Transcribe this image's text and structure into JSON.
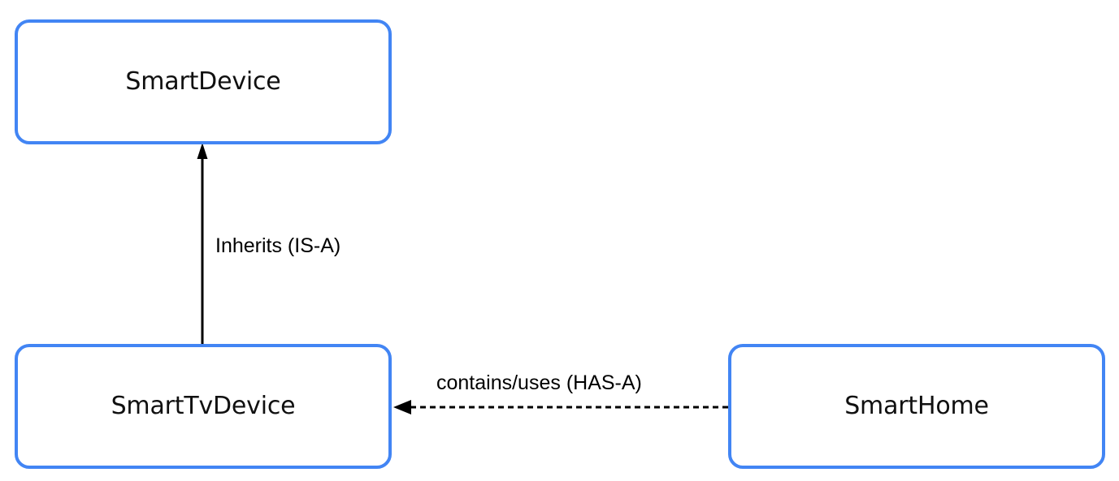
{
  "diagram": {
    "type": "uml-class-relationship-diagram",
    "background_color": "#ffffff",
    "node_border_color": "#4285f4",
    "node_fill_color": "#ffffff",
    "edge_color": "#000000",
    "nodes": [
      {
        "id": "smartdevice",
        "label": "SmartDevice"
      },
      {
        "id": "smarttvdevice",
        "label": "SmartTvDevice"
      },
      {
        "id": "smarthome",
        "label": "SmartHome"
      }
    ],
    "edges": [
      {
        "id": "inherits",
        "label": "Inherits (IS-A)",
        "from": "SmartTvDevice",
        "to": "SmartDevice",
        "style": "solid",
        "arrowhead": "filled-triangle",
        "direction": "up"
      },
      {
        "id": "contains",
        "label": "contains/uses (HAS-A)",
        "from": "SmartHome",
        "to": "SmartTvDevice",
        "style": "dashed",
        "arrowhead": "filled-triangle",
        "direction": "left"
      }
    ]
  }
}
